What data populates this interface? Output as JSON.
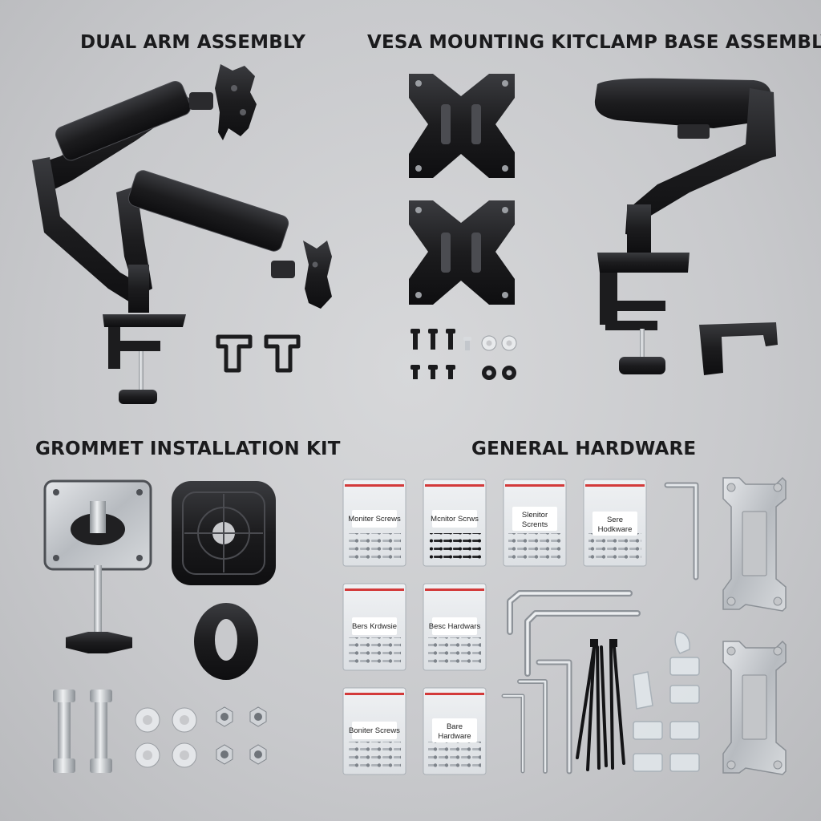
{
  "sections": {
    "dual_arm": {
      "title": "DUAL ARM ASSEMBLY"
    },
    "vesa_kit": {
      "title": "VESA MOUNTING KIT"
    },
    "clamp_base": {
      "title": "CLAMP BASE ASSEMBLY"
    },
    "grommet_kit": {
      "title": "GROMMET INSTALLATION KIT"
    },
    "general_hardware": {
      "title": "GENERAL HARDWARE"
    }
  },
  "bags": [
    {
      "lines": [
        "Moniter Screws"
      ]
    },
    {
      "lines": [
        "Mcnitor Scrws"
      ]
    },
    {
      "lines": [
        "Slenitor",
        "Scrents"
      ]
    },
    {
      "lines": [
        "Sere",
        "Hodkware"
      ]
    },
    {
      "lines": [
        "Bers Krdwsie"
      ]
    },
    {
      "lines": [
        "Besc Hardwars"
      ]
    },
    {
      "lines": [
        "Boniter Screws"
      ]
    },
    {
      "lines": [
        "Bare",
        "Hardware"
      ]
    }
  ],
  "colors": {
    "background": "#c8c9cc",
    "metal_black": "#1c1c1e",
    "steel": "#c9ccd0",
    "bag": "#eef1f4",
    "bag_seal": "#d33a3a"
  }
}
